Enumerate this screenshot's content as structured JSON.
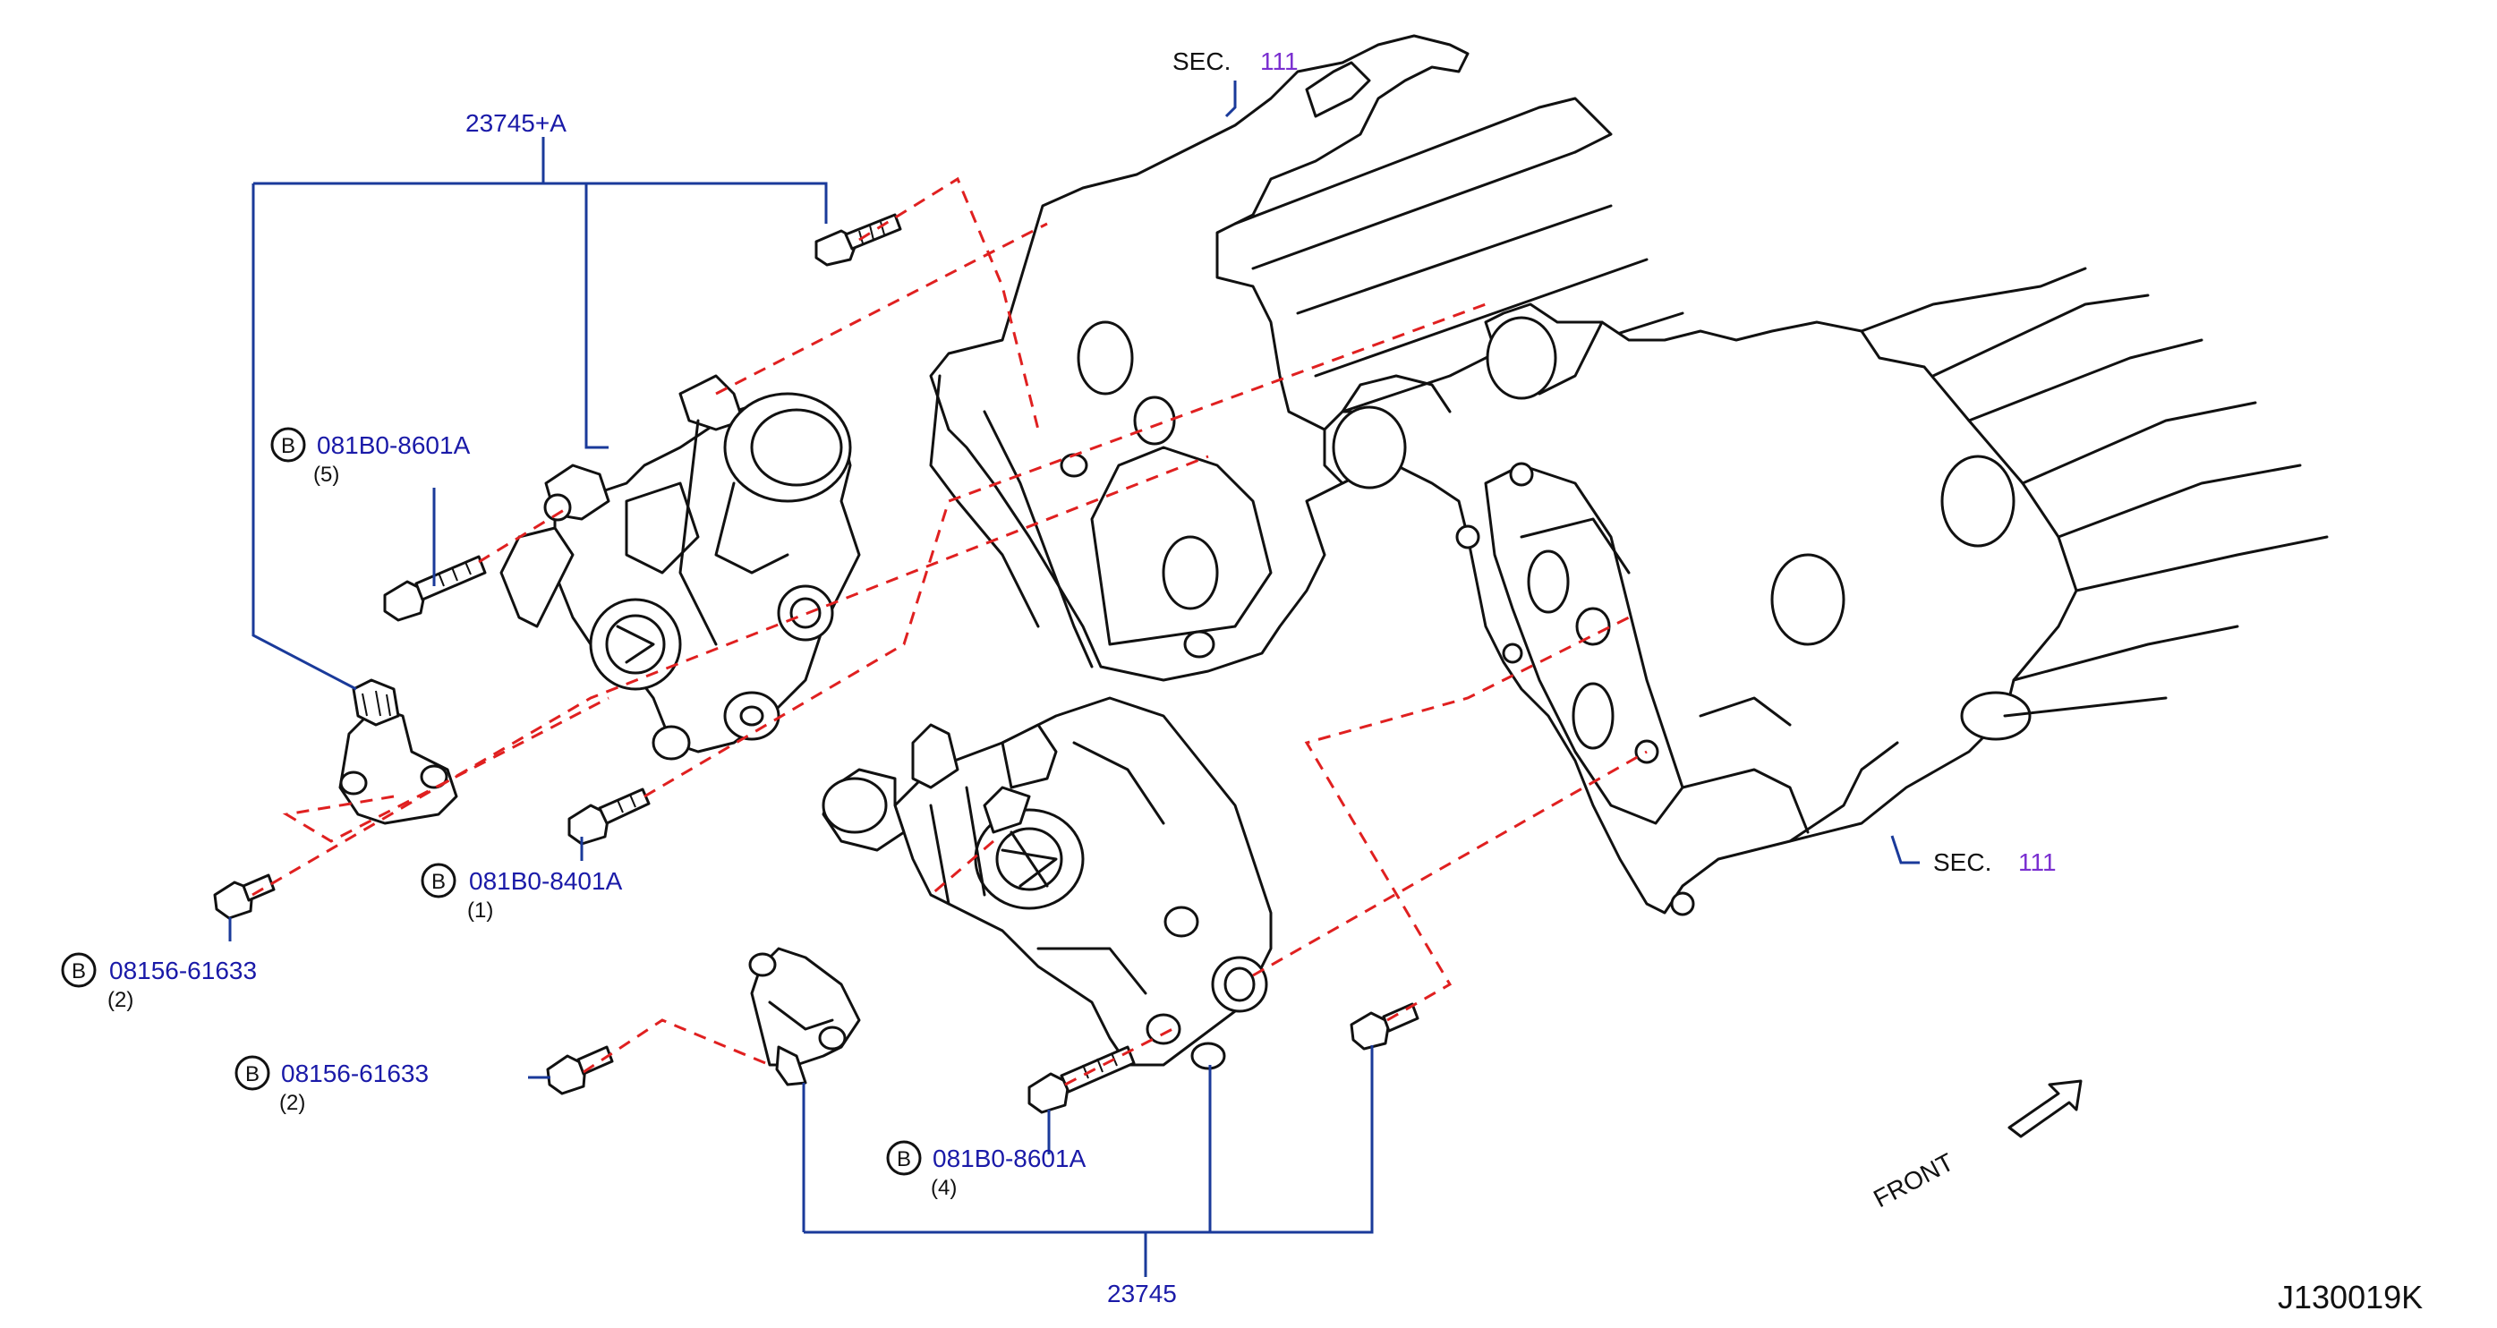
{
  "diagram_code": "J130019K",
  "front_label": "FRONT",
  "sections": [
    {
      "prefix": "SEC.",
      "number": "111"
    },
    {
      "prefix": "SEC.",
      "number": "111"
    }
  ],
  "assembly_upper": {
    "part_number": "23745+A"
  },
  "assembly_lower": {
    "part_number": "23745"
  },
  "bolt_callouts": [
    {
      "marker": "B",
      "part_number": "081B0-8601A",
      "qty": "(5)"
    },
    {
      "marker": "B",
      "part_number": "081B0-8401A",
      "qty": "(1)"
    },
    {
      "marker": "B",
      "part_number": "08156-61633",
      "qty": "(2)"
    },
    {
      "marker": "B",
      "part_number": "08156-61633",
      "qty": "(2)"
    },
    {
      "marker": "B",
      "part_number": "081B0-8601A",
      "qty": "(4)"
    }
  ],
  "colors": {
    "leader": "#1a3a9a",
    "label_blue": "#1a1aa8",
    "section_number": "#7a2fd0",
    "dashed_guide": "#e02020",
    "line_art": "#111111"
  }
}
